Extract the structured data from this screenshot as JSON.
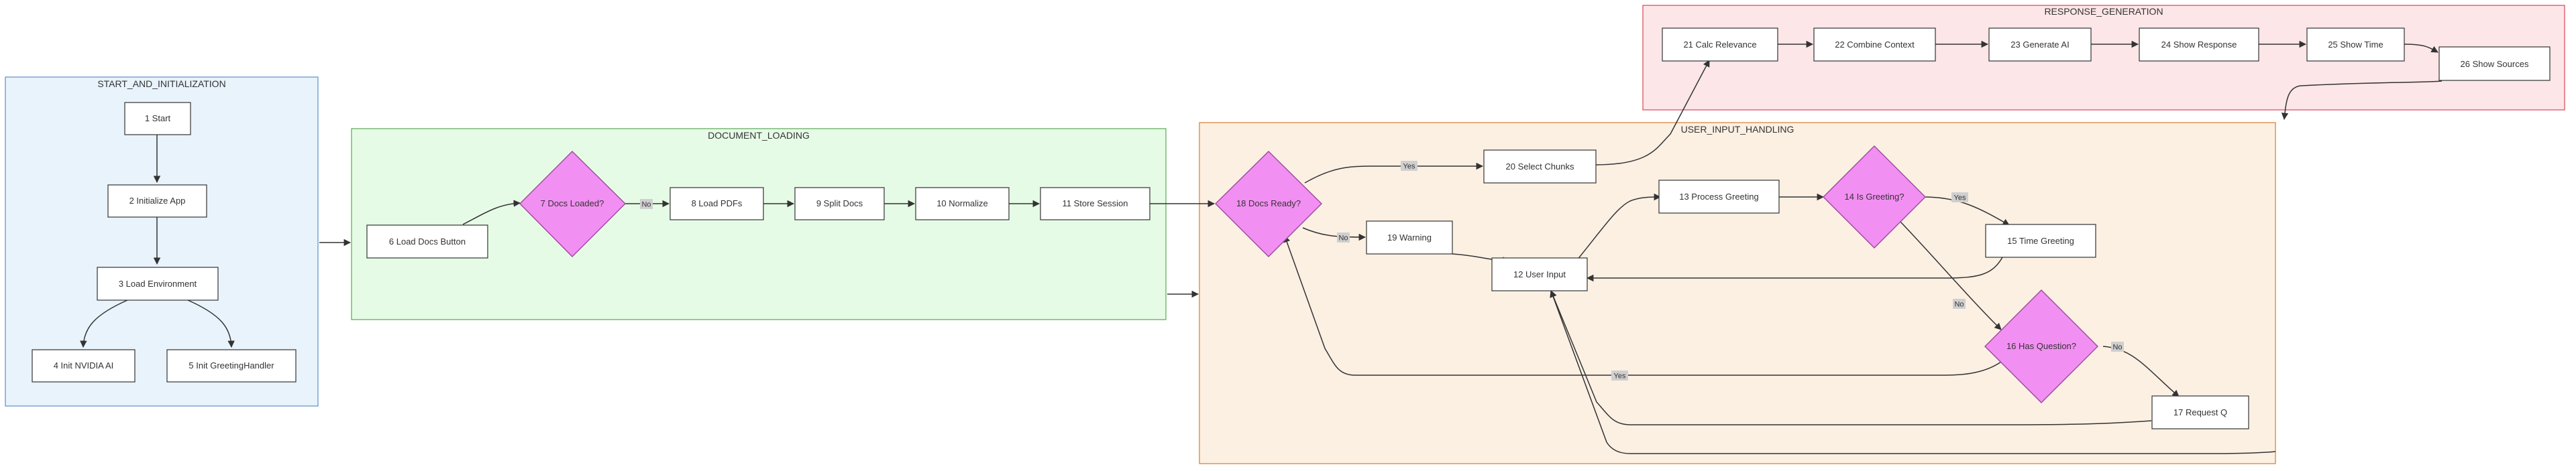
{
  "clusters": {
    "start": {
      "label": "START_AND_INITIALIZATION",
      "fill": "#e8f3fc",
      "stroke": "#5b8fc4"
    },
    "loading": {
      "label": "DOCUMENT_LOADING",
      "fill": "#e6fbe6",
      "stroke": "#57a957"
    },
    "input": {
      "label": "USER_INPUT_HANDLING",
      "fill": "#fcf0e3",
      "stroke": "#dc7a2a"
    },
    "response": {
      "label": "RESPONSE_GENERATION",
      "fill": "#fce6e8",
      "stroke": "#d9455b"
    }
  },
  "nodes": {
    "n1": "1 Start",
    "n2": "2 Initialize App",
    "n3": "3 Load Environment",
    "n4": "4 Init NVIDIA AI",
    "n5": "5 Init GreetingHandler",
    "n6": "6 Load Docs Button",
    "n7": "7 Docs Loaded?",
    "n8": "8 Load PDFs",
    "n9": "9 Split Docs",
    "n10": "10 Normalize",
    "n11": "11 Store Session",
    "n12": "12 User Input",
    "n13": "13 Process Greeting",
    "n14": "14 Is Greeting?",
    "n15": "15 Time Greeting",
    "n16": "16 Has Question?",
    "n17": "17 Request Q",
    "n18": "18 Docs Ready?",
    "n19": "19 Warning",
    "n20": "20 Select Chunks",
    "n21": "21 Calc Relevance",
    "n22": "22 Combine Context",
    "n23": "23 Generate AI",
    "n24": "24 Show Response",
    "n25": "25 Show Time",
    "n26": "26 Show Sources"
  },
  "edge_labels": {
    "e7_8": "No",
    "e18_20": "Yes",
    "e18_19": "No",
    "e14_15": "Yes",
    "e14_16": "No",
    "e16_17": "No",
    "e16_18": "Yes"
  },
  "colors": {
    "decision_fill": "#f28ff2",
    "process_fill": "#ffffff",
    "line": "#333333"
  }
}
